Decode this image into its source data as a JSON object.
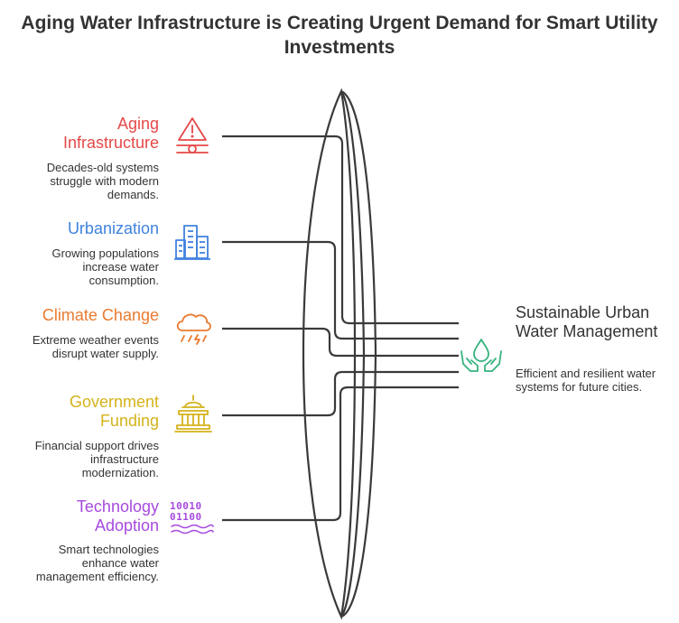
{
  "title": "Aging Water Infrastructure is Creating Urgent Demand for Smart Utility Investments",
  "factors": [
    {
      "label": "Aging Infrastructure",
      "description": "Decades-old systems struggle with modern demands.",
      "color": "#e54848",
      "icon": "warning-pipe-icon"
    },
    {
      "label": "Urbanization",
      "description": "Growing populations increase water consumption.",
      "color": "#3f82de",
      "icon": "city-buildings-icon"
    },
    {
      "label": "Climate Change",
      "description": "Extreme weather events disrupt water supply.",
      "color": "#ea7a2f",
      "icon": "storm-cloud-icon"
    },
    {
      "label": "Government Funding",
      "description": "Financial support drives infrastructure modernization.",
      "color": "#d4b31b",
      "icon": "capitol-building-icon"
    },
    {
      "label": "Technology Adoption",
      "description": "Smart technologies enhance water management efficiency.",
      "color": "#a649de",
      "icon": "binary-code-icon",
      "icon_text": [
        "10010",
        "01100"
      ]
    }
  ],
  "outcome": {
    "title": "Sustainable Urban Water Management",
    "description": "Efficient and resilient water systems for future cities.",
    "color": "#36b37e",
    "icon": "hands-water-drop-icon"
  },
  "colors": {
    "text": "#333333",
    "lines": "#3a3a3a"
  }
}
